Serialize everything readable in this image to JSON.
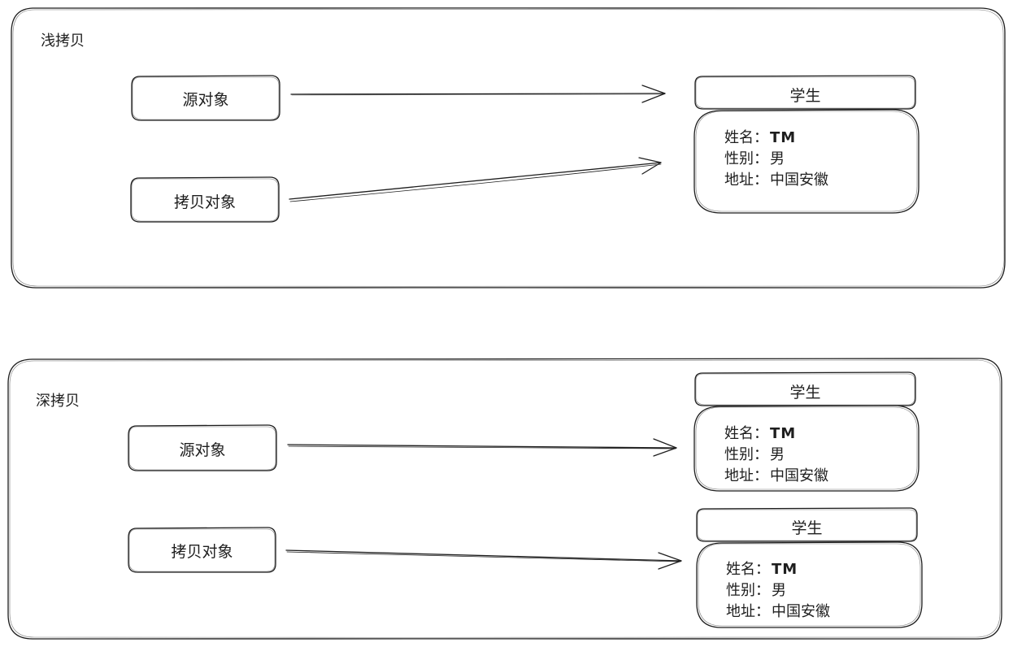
{
  "colors": {
    "stroke": "#1e1e1e",
    "background": "#ffffff",
    "text": "#1e1e1e"
  },
  "sections": {
    "shallow": {
      "title": "浅拷贝",
      "source": "源对象",
      "copy": "拷贝对象",
      "student": {
        "title": "学生",
        "fields": [
          {
            "label": "姓名：",
            "value": "TM"
          },
          {
            "label": "性别：",
            "value": "男"
          },
          {
            "label": "地址：",
            "value": "中国安徽"
          }
        ]
      }
    },
    "deep": {
      "title": "深拷贝",
      "source": "源对象",
      "copy": "拷贝对象",
      "student_a": {
        "title": "学生",
        "fields": [
          {
            "label": "姓名：",
            "value": "TM"
          },
          {
            "label": "性别：",
            "value": "男"
          },
          {
            "label": "地址：",
            "value": "中国安徽"
          }
        ]
      },
      "student_b": {
        "title": "学生",
        "fields": [
          {
            "label": "姓名：",
            "value": "TM"
          },
          {
            "label": "性别：",
            "value": "男"
          },
          {
            "label": "地址：",
            "value": "中国安徽"
          }
        ]
      }
    }
  }
}
